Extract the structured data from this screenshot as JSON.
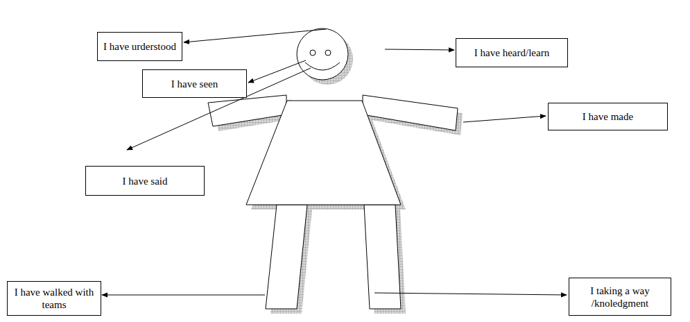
{
  "diagram": {
    "nodes": [
      {
        "text": [
          "I have urderstood"
        ]
      },
      {
        "text": [
          "I have heard/learn"
        ]
      },
      {
        "text": [
          "I have seen"
        ]
      },
      {
        "text": [
          "I have made"
        ]
      },
      {
        "text": [
          "I have said"
        ]
      },
      {
        "text": [
          "I have walked with teams"
        ]
      },
      {
        "text": [
          "I taking a way /knoledgment"
        ]
      }
    ]
  }
}
